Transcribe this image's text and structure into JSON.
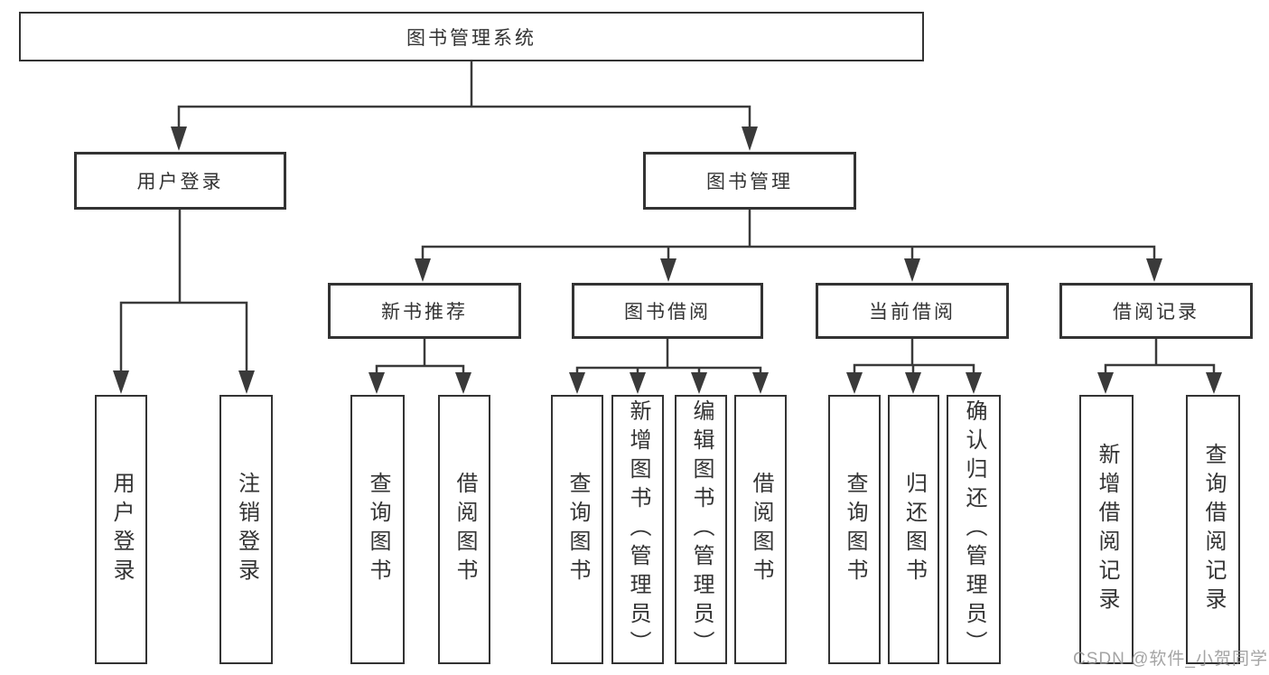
{
  "tree": {
    "root": {
      "label": "图书管理系统",
      "children": [
        {
          "label": "用户登录",
          "children": [
            {
              "label": "用户登录"
            },
            {
              "label": "注销登录"
            }
          ]
        },
        {
          "label": "图书管理",
          "children": [
            {
              "label": "新书推荐",
              "children": [
                {
                  "label": "查询图书"
                },
                {
                  "label": "借阅图书"
                }
              ]
            },
            {
              "label": "图书借阅",
              "children": [
                {
                  "label": "查询图书"
                },
                {
                  "label": "新增图书（管理员）"
                },
                {
                  "label": "编辑图书（管理员）"
                },
                {
                  "label": "借阅图书"
                }
              ]
            },
            {
              "label": "当前借阅",
              "children": [
                {
                  "label": "查询图书"
                },
                {
                  "label": "归还图书"
                },
                {
                  "label": "确认归还（管理员）"
                }
              ]
            },
            {
              "label": "借阅记录",
              "children": [
                {
                  "label": "新增借阅记录"
                },
                {
                  "label": "查询借阅记录"
                }
              ]
            }
          ]
        }
      ]
    }
  },
  "watermark": {
    "text": "CSDN @软件_小贺同学"
  },
  "colors": {
    "line": "#3a3a3a",
    "box_border": "#333333",
    "text": "#333333",
    "watermark": "#949494",
    "background": "#ffffff"
  }
}
